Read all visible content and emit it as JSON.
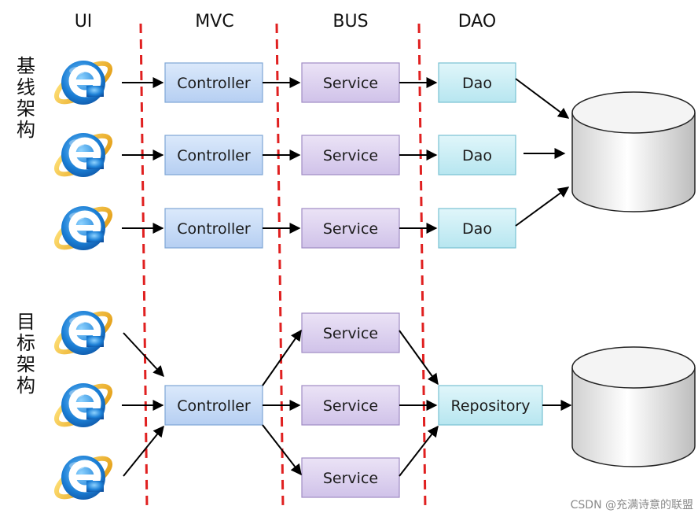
{
  "layers": {
    "ui": "UI",
    "mvc": "MVC",
    "bus": "BUS",
    "dao": "DAO"
  },
  "sections": {
    "baseline": {
      "label": [
        "基",
        "线",
        "架",
        "构"
      ]
    },
    "target": {
      "label": [
        "目",
        "标",
        "架",
        "构"
      ]
    }
  },
  "components": {
    "controller": "Controller",
    "service": "Service",
    "dao": "Dao",
    "repository": "Repository"
  },
  "colors": {
    "controller_fill": "#c6dcf7",
    "controller_stroke": "#7ea6d6",
    "service_fill": "#ddd2ee",
    "service_stroke": "#a08cc4",
    "dao_fill": "#cdeef5",
    "dao_stroke": "#79c2d3",
    "divider": "#e02020",
    "arrow": "#000000"
  },
  "icons": {
    "client": "internet-explorer-icon",
    "database": "database-cylinder-icon"
  },
  "watermark": "CSDN @充满诗意的联盟"
}
